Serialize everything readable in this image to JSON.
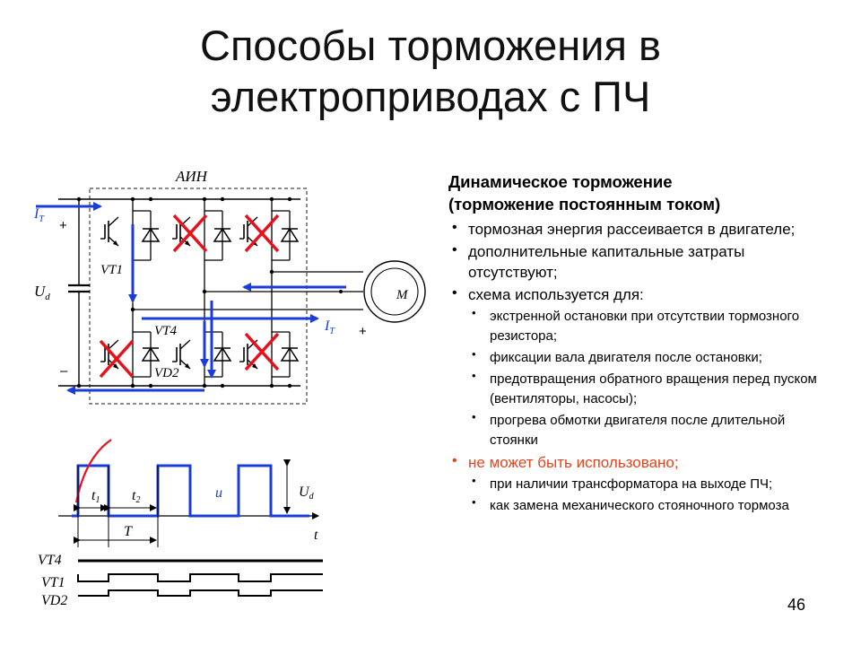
{
  "title": {
    "line1": "Способы торможения в",
    "line2": "электроприводах с ПЧ"
  },
  "circuit": {
    "inverter_label": "АИН",
    "current_label": "I",
    "current_sub": "T",
    "voltage_label": "U",
    "voltage_sub": "d",
    "plus": "+",
    "minus": "–",
    "motor_label": "M",
    "vt1": "VT1",
    "vt4": "VT4",
    "vd2": "VD2"
  },
  "timing": {
    "t1": "t",
    "t1_sub": "1",
    "t2": "t",
    "t2_sub": "2",
    "u": "u",
    "ud": "U",
    "ud_sub": "d",
    "T": "T",
    "t": "t",
    "row_vt4": "VT4",
    "row_vt1": "VT1",
    "row_vd2": "VD2"
  },
  "content": {
    "heading_line1": "Динамическое торможение",
    "heading_line2": "(торможение постоянным током)",
    "item1": "тормозная энергия рассеивается в двигателе;",
    "item2": "дополнительные капитальные затраты отсутствуют;",
    "item3": "схема используется для:",
    "sub1": "экстренной остановки при отсутствии тормозного резистора;",
    "sub2": "фиксации вала двигателя после остановки;",
    "sub3": "предотвращения обратного вращения перед пуском (вентиляторы, насосы);",
    "sub4": "прогрева обмотки двигателя после длительной стоянки",
    "item4": "не может быть использовано;",
    "sub5": "при наличии трансформатора на выходе ПЧ;",
    "sub6": "как замена механического стояночного тормоза"
  },
  "colors": {
    "accent_blue": "#1a3cd8",
    "cross_red": "#e8101a",
    "warning_text": "#e8421a"
  },
  "page_number": "46"
}
